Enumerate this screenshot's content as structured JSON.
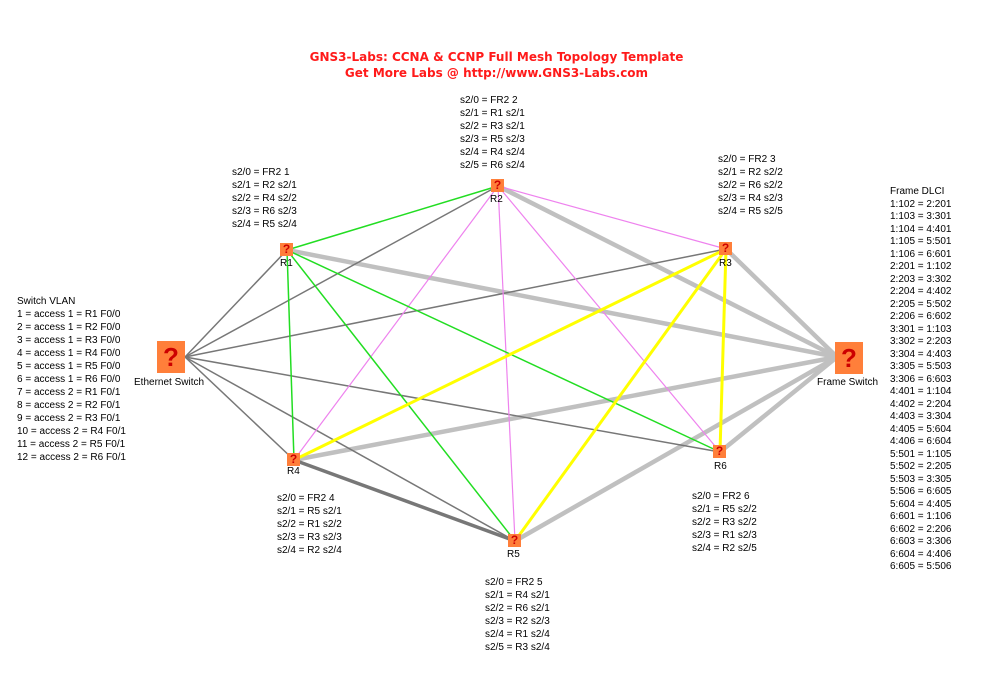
{
  "title": {
    "line1": "GNS3-Labs: CCNA & CCNP Full Mesh Topology Template",
    "line2": "Get More Labs @ http://www.GNS3-Labs.com"
  },
  "colors": {
    "title": "#ff1a1a",
    "node_fill": "#ff7f3a",
    "node_glyph": "#cc0000",
    "link_green": "#22dd22",
    "link_gray": "#777777",
    "link_lightgray": "#c0c0c0",
    "link_violet": "#ee82ee",
    "link_yellow": "#ffff00"
  },
  "nodes": {
    "r1": {
      "label": "R1",
      "icon": "question-mark"
    },
    "r2": {
      "label": "R2",
      "icon": "question-mark"
    },
    "r3": {
      "label": "R3",
      "icon": "question-mark"
    },
    "r4": {
      "label": "R4",
      "icon": "question-mark"
    },
    "r5": {
      "label": "R5",
      "icon": "question-mark"
    },
    "r6": {
      "label": "R6",
      "icon": "question-mark"
    },
    "ethernet_switch": {
      "label": "Ethernet Switch",
      "icon": "question-mark"
    },
    "frame_switch": {
      "label": "Frame Switch",
      "icon": "question-mark"
    }
  },
  "notes": {
    "r1": [
      "s2/0 = FR2 1",
      "s2/1 = R2 s2/1",
      "s2/2 = R4 s2/2",
      "s2/3 = R6 s2/3",
      "s2/4 = R5 s2/4"
    ],
    "r2": [
      "s2/0 = FR2 2",
      "s2/1 = R1 s2/1",
      "s2/2 = R3 s2/1",
      "s2/3 = R5 s2/3",
      "s2/4 = R4 s2/4",
      "s2/5 = R6 s2/4"
    ],
    "r3": [
      "s2/0 = FR2 3",
      "s2/1 = R2 s2/2",
      "s2/2 = R6 s2/2",
      "s2/3 = R4 s2/3",
      "s2/4 = R5 s2/5"
    ],
    "r4": [
      "s2/0 = FR2 4",
      "s2/1 = R5 s2/1",
      "s2/2 = R1 s2/2",
      "s2/3 = R3 s2/3",
      "s2/4 = R2 s2/4"
    ],
    "r5": [
      "s2/0 = FR2 5",
      "s2/1 = R4 s2/1",
      "s2/2 = R6 s2/1",
      "s2/3 = R2 s2/3",
      "s2/4 = R1 s2/4",
      "s2/5 = R3 s2/4"
    ],
    "r6": [
      "s2/0 = FR2 6",
      "s2/1 = R5 s2/2",
      "s2/2 = R3 s2/2",
      "s2/3 = R1 s2/3",
      "s2/4 = R2 s2/5"
    ],
    "switch_vlan": [
      "Switch VLAN",
      "1 = access 1 = R1 F0/0",
      "2 = access 1 = R2 F0/0",
      "3 = access 1 = R3 F0/0",
      "4 = access 1 = R4 F0/0",
      "5 = access 1 = R5 F0/0",
      "6 = access 1 = R6 F0/0",
      "7 = access 2 = R1 F0/1",
      "8 = access 2 = R2 F0/1",
      "9 = access 2 = R3 F0/1",
      "10 = access 2 = R4 F0/1",
      "11 = access 2 = R5 F0/1",
      "12 = access 2 = R6 F0/1"
    ],
    "frame_dlci": [
      "Frame DLCI",
      "1:102 = 2:201",
      "1:103 = 3:301",
      "1:104 = 4:401",
      "1:105 = 5:501",
      "1:106 = 6:601",
      "2:201 = 1:102",
      "2:203 = 3:302",
      "2:204 = 4:402",
      "2:205 = 5:502",
      "2:206 = 6:602",
      "3:301 = 1:103",
      "3:302 = 2:203",
      "3:304 = 4:403",
      "3:305 = 5:503",
      "3:306 = 6:603",
      "4:401 = 1:104",
      "4:402 = 2:204",
      "4:403 = 3:304",
      "4:405 = 5:604",
      "4:406 = 6:604",
      "5:501 = 1:105",
      "5:502 = 2:205",
      "5:503 = 3:305",
      "5:506 = 6:605",
      "5:604 = 4:405",
      "6:601 = 1:106",
      "6:602 = 2:206",
      "6:603 = 3:306",
      "6:604 = 4:406",
      "6:605 = 5:506"
    ]
  },
  "links": [
    {
      "a": "r1",
      "b": "r2",
      "style": "green"
    },
    {
      "a": "r1",
      "b": "r4",
      "style": "green"
    },
    {
      "a": "r1",
      "b": "r6",
      "style": "green"
    },
    {
      "a": "r1",
      "b": "r5",
      "style": "green"
    },
    {
      "a": "r4",
      "b": "r5",
      "style": "dark"
    },
    {
      "a": "r4",
      "b": "r3",
      "style": "yellow"
    },
    {
      "a": "r5",
      "b": "r3",
      "style": "yellow"
    },
    {
      "a": "r6",
      "b": "r3",
      "style": "yellow"
    },
    {
      "a": "r2",
      "b": "r3",
      "style": "violet"
    },
    {
      "a": "r2",
      "b": "r5",
      "style": "violet"
    },
    {
      "a": "r2",
      "b": "r4",
      "style": "violet"
    },
    {
      "a": "r2",
      "b": "r6",
      "style": "violet"
    },
    {
      "a": "ethernet_switch",
      "b": "r1",
      "style": "gray"
    },
    {
      "a": "ethernet_switch",
      "b": "r2",
      "style": "gray"
    },
    {
      "a": "ethernet_switch",
      "b": "r3",
      "style": "gray"
    },
    {
      "a": "ethernet_switch",
      "b": "r4",
      "style": "gray"
    },
    {
      "a": "ethernet_switch",
      "b": "r5",
      "style": "gray"
    },
    {
      "a": "ethernet_switch",
      "b": "r6",
      "style": "gray"
    },
    {
      "a": "frame_switch",
      "b": "r1",
      "style": "thick"
    },
    {
      "a": "frame_switch",
      "b": "r2",
      "style": "thick"
    },
    {
      "a": "frame_switch",
      "b": "r3",
      "style": "thick"
    },
    {
      "a": "frame_switch",
      "b": "r4",
      "style": "thick"
    },
    {
      "a": "frame_switch",
      "b": "r5",
      "style": "thick"
    },
    {
      "a": "frame_switch",
      "b": "r6",
      "style": "thick"
    }
  ]
}
